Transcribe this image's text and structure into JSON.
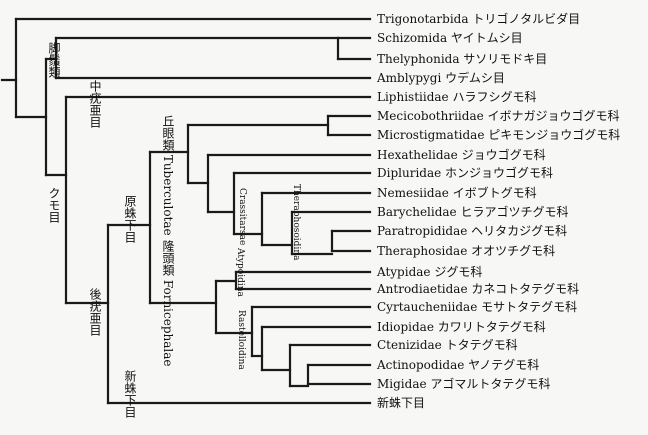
{
  "tips": [
    "Trigonotarbida トリゴノタルビダ目",
    "Schizomida ヤイトムシ目",
    "Thelyphonida サソリモドキ目",
    "Amblypygi ウデムシ目",
    "Liphistiidae ハラフシグモ科",
    "Mecicobothriidae イボナガジョウゴグモ科",
    "Microstigmatidae ピキモンジョウゴグモ科",
    "Hexathelidae ジョウゴグモ科",
    "Dipluridae ホンジョウゴグモ科",
    "Nemesiidae イボブトグモ科",
    "Barychelidae ヒラアゴツチグモ科",
    "Paratropididae ヘリタカジグモ科",
    "Theraphosidae オオツチグモ科",
    "Atypidae ジグモ科",
    "Antrodiaetidae カネコトタテグモ科",
    "Cyrtaucheniidae モサトタテグモ科",
    "Idiopidae カワリトタテグモ科",
    "Ctenizidae トタテグモ科",
    "Actinopodidae ヤノテグモ科",
    "Migidae アゴマルトタテグモ科",
    "新蛛下目"
  ],
  "clade_labels": {
    "pedipalpi": "脚鬚類",
    "araneae": "クモ目",
    "mesothelae": "中疣亜目",
    "opisthothelae": "後疣亜目",
    "mygalomorphae": "原蛛下目",
    "araneomorphae": "新蛛下目",
    "tuberculotae": "丘眼類 Tuberculotae",
    "fornicephalae": "隆頭類 Fornicephalae",
    "crassitarsae": "Crassitarsae",
    "theraphosoidina": "Theraphosoidina",
    "atypoidina": "Atypoidina",
    "rastelloidina": "Rastelloidina"
  }
}
